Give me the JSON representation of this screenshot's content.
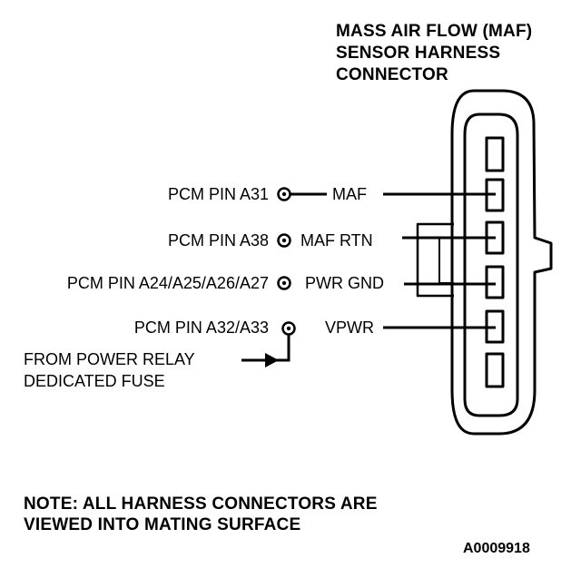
{
  "title": {
    "line1": "MASS AIR FLOW (MAF)",
    "line2": "SENSOR HARNESS",
    "line3": "CONNECTOR"
  },
  "pins": [
    {
      "pcm": "PCM PIN A31",
      "circuit": "MAF"
    },
    {
      "pcm": "PCM PIN A38",
      "circuit": "MAF RTN"
    },
    {
      "pcm": "PCM PIN A24/A25/A26/A27",
      "circuit": "PWR GND"
    },
    {
      "pcm": "PCM PIN A32/A33",
      "circuit": "VPWR"
    }
  ],
  "power_source": {
    "line1": "FROM POWER RELAY",
    "line2": "DEDICATED FUSE"
  },
  "note": {
    "line1": "NOTE: ALL HARNESS CONNECTORS ARE",
    "line2": "VIEWED INTO MATING SURFACE"
  },
  "reference": "A0009918"
}
